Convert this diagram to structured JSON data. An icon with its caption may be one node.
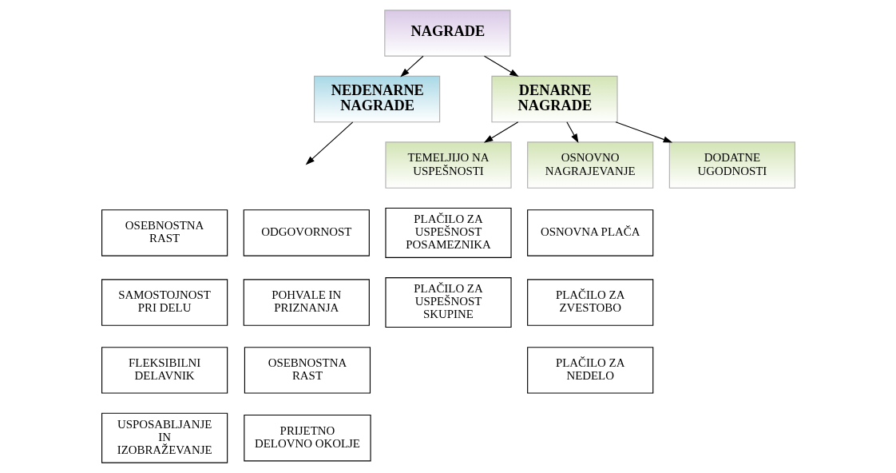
{
  "diagram": {
    "nodes": [
      {
        "text": [
          "NAGRADE"
        ]
      },
      {
        "text": [
          "NEDENARNE NAGRADE"
        ]
      },
      {
        "text": [
          "DENARNE NAGRADE"
        ]
      },
      {
        "text": [
          "OSEBNOSTNA RAST"
        ]
      },
      {
        "text": [
          "SAMOSTOJNOST PRI DELU"
        ]
      },
      {
        "text": [
          "FLEKSIBILNI DELAVNIK"
        ]
      },
      {
        "text": [
          "USPOSABLJANJE IN IZOBRAŽEVANJE"
        ]
      },
      {
        "text": [
          "ODGOVORNOST"
        ]
      },
      {
        "text": [
          "POHVALE IN PRIZNANJA"
        ]
      },
      {
        "text": [
          "OSEBNOSTNA RAST"
        ]
      },
      {
        "text": [
          "PRIJETNO DELOVNO OKOLJE"
        ]
      },
      {
        "text": [
          "TEMELJIJO NA USPEŠNOSTI"
        ]
      },
      {
        "text": [
          "OSNOVNO NAGRAJEVANJE"
        ]
      },
      {
        "text": [
          "DODATNE UGODNOSTI"
        ]
      },
      {
        "text": [
          "PLAČILO ZA USPEŠNOST POSAMEZNIKA"
        ]
      },
      {
        "text": [
          "PLAČILO ZA USPEŠNOST SKUPINE"
        ]
      },
      {
        "text": [
          "OSNOVNA PLAČA"
        ]
      },
      {
        "text": [
          "PLAČILO ZA ZVESTOBO"
        ]
      },
      {
        "text": [
          "PLAČILO ZA NEDELO"
        ]
      }
    ],
    "edges": [
      {
        "from": 0,
        "to": 1,
        "arrow": "to"
      },
      {
        "from": 0,
        "to": 2,
        "arrow": "to"
      },
      {
        "from": 1,
        "to": null,
        "arrow": "to"
      },
      {
        "from": 2,
        "to": 11,
        "arrow": "to"
      },
      {
        "from": 2,
        "to": 12,
        "arrow": "to"
      },
      {
        "from": 2,
        "to": 13,
        "arrow": "to"
      }
    ]
  }
}
